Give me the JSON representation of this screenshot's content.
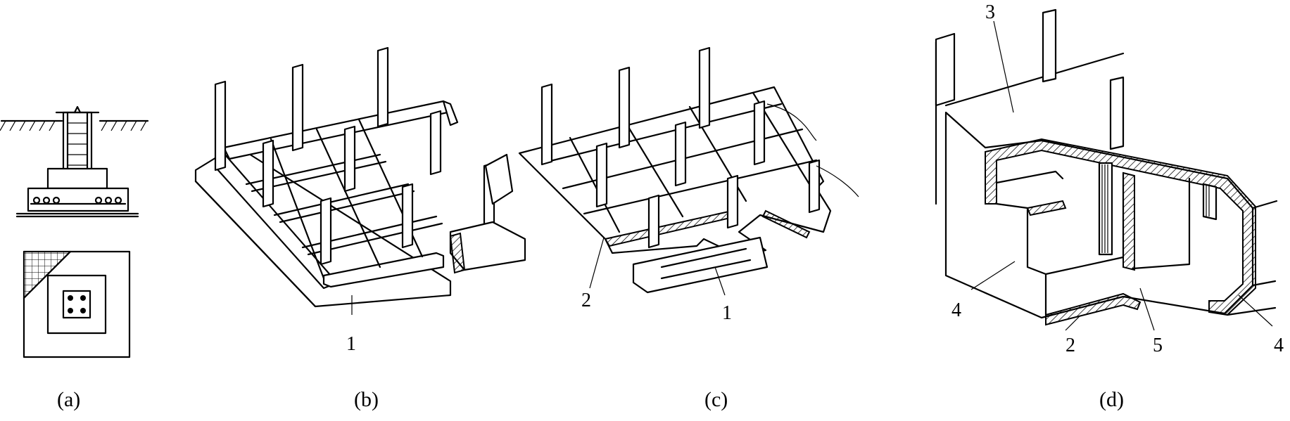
{
  "panels": {
    "a": {
      "caption": "(a)"
    },
    "b": {
      "caption": "(b)",
      "labels": [
        "1"
      ]
    },
    "c": {
      "caption": "(c)",
      "labels": [
        "2",
        "1"
      ]
    },
    "d": {
      "caption": "(d)",
      "labels": [
        "3",
        "4",
        "2",
        "5",
        "4"
      ]
    }
  }
}
